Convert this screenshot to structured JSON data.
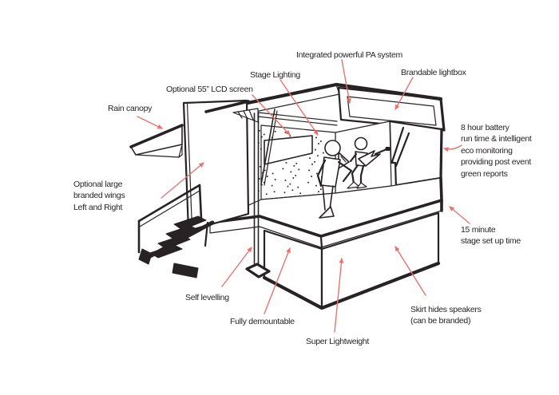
{
  "diagram": {
    "subject": "mobile-stage-concept-sketch"
  },
  "annotations": {
    "pa_system": {
      "label": "Integrated powerful PA system"
    },
    "brandable_lightbox": {
      "label": "Brandable lightbox"
    },
    "stage_lighting": {
      "label": "Stage Lighting"
    },
    "lcd_screen": {
      "label": "Optional 55” LCD screen"
    },
    "rain_canopy": {
      "label": "Rain canopy"
    },
    "battery": {
      "label": "8 hour battery\nrun time & intelligent\neco monitoring\nproviding post event\ngreen reports"
    },
    "branded_wings": {
      "label": "Optional large\nbranded wings\nLeft and Right"
    },
    "setup_time": {
      "label": "15 minute\nstage set up time"
    },
    "self_levelling": {
      "label": "Self levelling"
    },
    "fully_demountable": {
      "label": "Fully demountable"
    },
    "super_lightweight": {
      "label": "Super Lightweight"
    },
    "skirt": {
      "label": "Skirt hides speakers\n(can be branded)"
    }
  },
  "colors": {
    "ink": "#272324",
    "leader_line": "#e8736d",
    "paper": "#ffffff"
  }
}
